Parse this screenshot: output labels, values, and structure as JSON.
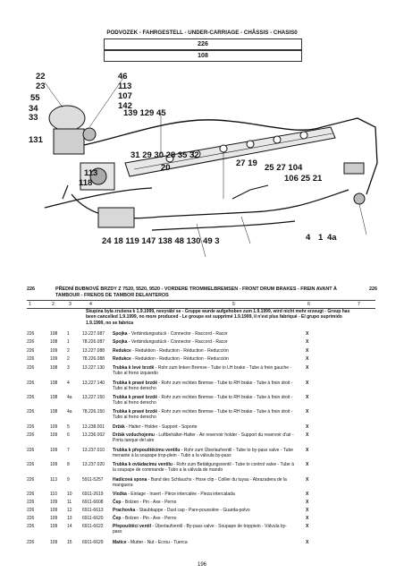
{
  "header": {
    "title": "PODVOZEK - FAHRGESTELL - UNDER-CARRIAGE - CHÂSSIS - CHASIS0",
    "group": "226",
    "subgroup": "108"
  },
  "figure": {
    "refs": [
      "22",
      "23",
      "46",
      "113",
      "107",
      "142",
      "55",
      "34",
      "33",
      "139 129 45",
      "131",
      "31 29 30 28 35 32",
      "20",
      "27 19",
      "25 27 104",
      "106 25 21",
      "113",
      "118",
      "24 18 119 147 138 48 130 49 3",
      "4",
      "1",
      "4a"
    ]
  },
  "section": {
    "number": "226",
    "title": "PŘEDNÍ BUBNOVÉ BRZDY Z 7520, 5520, 9520 - VORDERE TROMMELBREMSEN - FRONT DRUM BRAKES - FREIN AVANT À TAMBOUR - FRENOS DE TAMBOR DELANTEROS",
    "page_ref": "226"
  },
  "columns": [
    "1",
    "2",
    "3",
    "4",
    "5",
    "6",
    "7"
  ],
  "note": "Skupina byla zrušena k 1.9.1999, nevyrábí se - Gruppe wurde aufgehoben zum 1.9.1999, wird nicht mehr erzeugt - Group has been cancelled 1.9.1999, no more produced - Le groupe est supprimé 1.9.1999, il n'est plus fabriqué - El grupo suprimido 1.9.1999, no se fabrica",
  "rows": [
    {
      "c1": "226",
      "c2": "108",
      "c3": "1",
      "c4": "13.227.087",
      "name": "Spojka",
      "desc": " - Verbindungsstück - Connector - Raccord - Racor",
      "x": "X"
    },
    {
      "c1": "226",
      "c2": "108",
      "c3": "1",
      "c4": "78.226.087",
      "name": "Spojka",
      "desc": " - Verbindungsstück - Connector - Raccord - Racor",
      "x": "X"
    },
    {
      "c1": "226",
      "c2": "109",
      "c3": "2",
      "c4": "13.227.088",
      "name": "Redukce",
      "desc": " - Reduktion - Reduction - Réduction - Reducción",
      "x": "X"
    },
    {
      "c1": "226",
      "c2": "109",
      "c3": "2",
      "c4": "78.226.088",
      "name": "Redukce",
      "desc": " - Reduktion - Reduction - Réduction - Reducción",
      "x": "X"
    },
    {
      "c1": "226",
      "c2": "108",
      "c3": "3",
      "c4": "13.227.130",
      "name": "Trubka k levé brzdě",
      "desc": " - Rohr zum linken Bremse - Tube to LH brake - Tube à frein gauche - Tubo al freno izquierdo",
      "x": "X"
    },
    {
      "c1": "226",
      "c2": "108",
      "c3": "4",
      "c4": "13.227.140",
      "name": "Trubka k pravé brzdě",
      "desc": " - Rohr zum rechten Bremse - Tube to RH brake - Tube à frein droit - Tubo al freno derecho",
      "x": "X"
    },
    {
      "c1": "226",
      "c2": "108",
      "c3": "4a",
      "c4": "13.227.150",
      "name": "Trubka k pravé brzdě",
      "desc": " - Rohr zum rechten Bremse - Tube to RH brake - Tube à frein droit - Tubo al freno derecho",
      "x": "X"
    },
    {
      "c1": "226",
      "c2": "108",
      "c3": "4a",
      "c4": "78.226.150",
      "name": "Trubka k pravé brzdě",
      "desc": " - Rohr zum rechten Bremse - Tube to RH brake - Tube à frein droit - Tubo al freno derecho",
      "x": "X"
    },
    {
      "c1": "226",
      "c2": "109",
      "c3": "5",
      "c4": "13.238.001",
      "name": "Držák",
      "desc": " - Halter - Holder - Support - Soporte",
      "x": "X"
    },
    {
      "c1": "226",
      "c2": "109",
      "c3": "6",
      "c4": "13.236.002",
      "name": "Držák vzduchojemu",
      "desc": " - Luftbehälter-Halter - Air reservoir holder - Support du reservoir d'air - Porta tanque del aire",
      "x": "X"
    },
    {
      "c1": "226",
      "c2": "109",
      "c3": "7",
      "c4": "13.237.010",
      "name": "Trubka k přepouštěcímu ventilu",
      "desc": " - Rohr zum Überlaufventil - Tube to by-pass valve - Tube menante à la soupape trop-plein - Tubo a la válvula by-pass",
      "x": "X"
    },
    {
      "c1": "226",
      "c2": "109",
      "c3": "8",
      "c4": "13.237.020",
      "name": "Trubka k ovládacímu ventilu",
      "desc": " - Rohr zum Betätigungsventil - Tube to control valve - Tube à la soupape de commande - Tubo a la válvula de mando",
      "x": "X"
    },
    {
      "c1": "226",
      "c2": "113",
      "c3": "9",
      "c4": "5911-5257",
      "name": "Hadicová spona",
      "desc": " - Band des Schlauchs - Hose clip - Collier du tuyau - Abrazadera de la manguera",
      "x": "X"
    },
    {
      "c1": "226",
      "c2": "110",
      "c3": "10",
      "c4": "6911-2619",
      "name": "Vložka",
      "desc": " - Einlage - Insert - Pièce intercalée - Pieza intercalada",
      "x": "X"
    },
    {
      "c1": "226",
      "c2": "109",
      "c3": "11",
      "c4": "6911-6608",
      "name": "Čep",
      "desc": " - Bolzen - Pin - Axe - Perno",
      "x": "X"
    },
    {
      "c1": "226",
      "c2": "109",
      "c3": "12",
      "c4": "6911-6613",
      "name": "Prachovka",
      "desc": " - Staubkappe - Dust cap - Pare-poussière - Guarda-polvo",
      "x": "X"
    },
    {
      "c1": "226",
      "c2": "109",
      "c3": "13",
      "c4": "6911-6620",
      "name": "Čep",
      "desc": " - Bolzen - Pin - Axe - Perno",
      "x": "X"
    },
    {
      "c1": "226",
      "c2": "109",
      "c3": "14",
      "c4": "6911-6622",
      "name": "Přepouštěcí ventil",
      "desc": " - Überlaufventil - By-pass valve - Soupape de troppiein - Válvula by-pass",
      "x": "X"
    },
    {
      "c1": "226",
      "c2": "109",
      "c3": "15",
      "c4": "6911-6629",
      "name": "Matice",
      "desc": " - Mutter - Nut - Ecrou - Tuerca",
      "x": "X"
    }
  ],
  "page_number": "196"
}
